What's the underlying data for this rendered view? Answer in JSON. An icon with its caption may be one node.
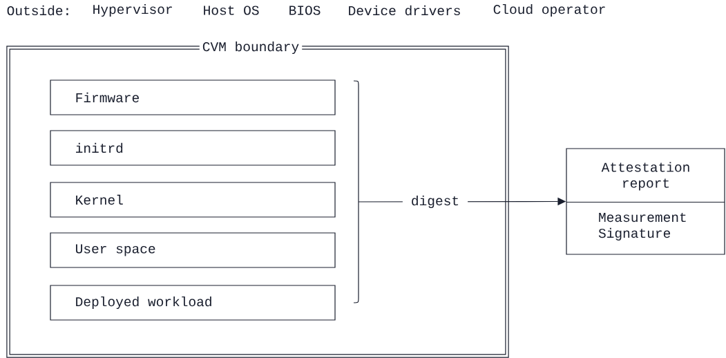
{
  "diagram": {
    "nodes": [
      {
        "text": [
          "CVM boundary"
        ]
      },
      {
        "text": [
          "Firmware"
        ],
        "in": 0
      },
      {
        "text": [
          "initrd"
        ],
        "in": 0
      },
      {
        "text": [
          "Kernel"
        ],
        "in": 0
      },
      {
        "text": [
          "User space"
        ],
        "in": 0
      },
      {
        "text": [
          "Deployed workload"
        ],
        "in": 0
      },
      {
        "text": [
          "Attestation report",
          "Measurement Signature"
        ]
      }
    ],
    "edges": [
      {
        "from": null,
        "to": 6,
        "arrow": "to",
        "label": "digest"
      }
    ],
    "labels": [
      "Outside:",
      "Hypervisor",
      "Host OS",
      "BIOS",
      "Device drivers",
      "Cloud operator"
    ]
  }
}
